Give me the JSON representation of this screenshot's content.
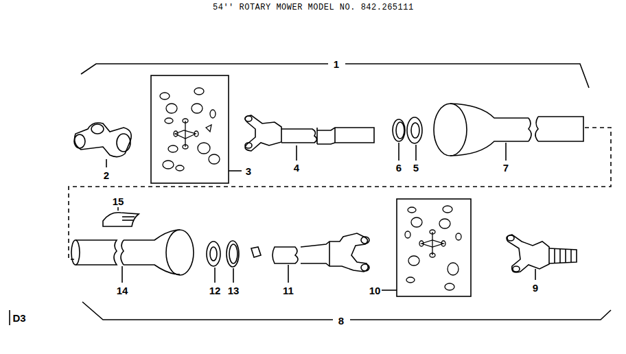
{
  "diagram": {
    "title": "54'' ROTARY MOWER MODEL NO. 842.265111",
    "labels": [
      "1",
      "2",
      "3",
      "4",
      "6",
      "5",
      "7",
      "15",
      "14",
      "12",
      "13",
      "11",
      "10",
      "9",
      "8",
      "D3"
    ]
  }
}
